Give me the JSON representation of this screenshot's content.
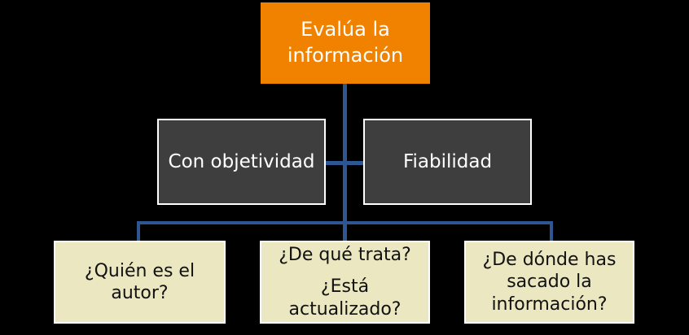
{
  "diagram": {
    "root": {
      "label": "Evalúa la información"
    },
    "branches": [
      {
        "label": "Con objetividad"
      },
      {
        "label": "Fiabilidad"
      }
    ],
    "leaves": [
      {
        "lines": [
          "¿Quién es el autor?"
        ]
      },
      {
        "lines": [
          "¿De qué trata?",
          "¿Está actualizado?"
        ]
      },
      {
        "lines": [
          "¿De dónde has sacado la información?"
        ]
      }
    ],
    "colors": {
      "background": "#000000",
      "root_fill": "#F08200",
      "root_text": "#FFFFFF",
      "branch_fill": "#3E3E3E",
      "branch_border": "#FFFFFF",
      "branch_text": "#FFFFFF",
      "leaf_fill": "#EBE8C1",
      "leaf_border": "#FFFFFF",
      "leaf_text": "#111111",
      "connector": "#2E5693"
    }
  }
}
